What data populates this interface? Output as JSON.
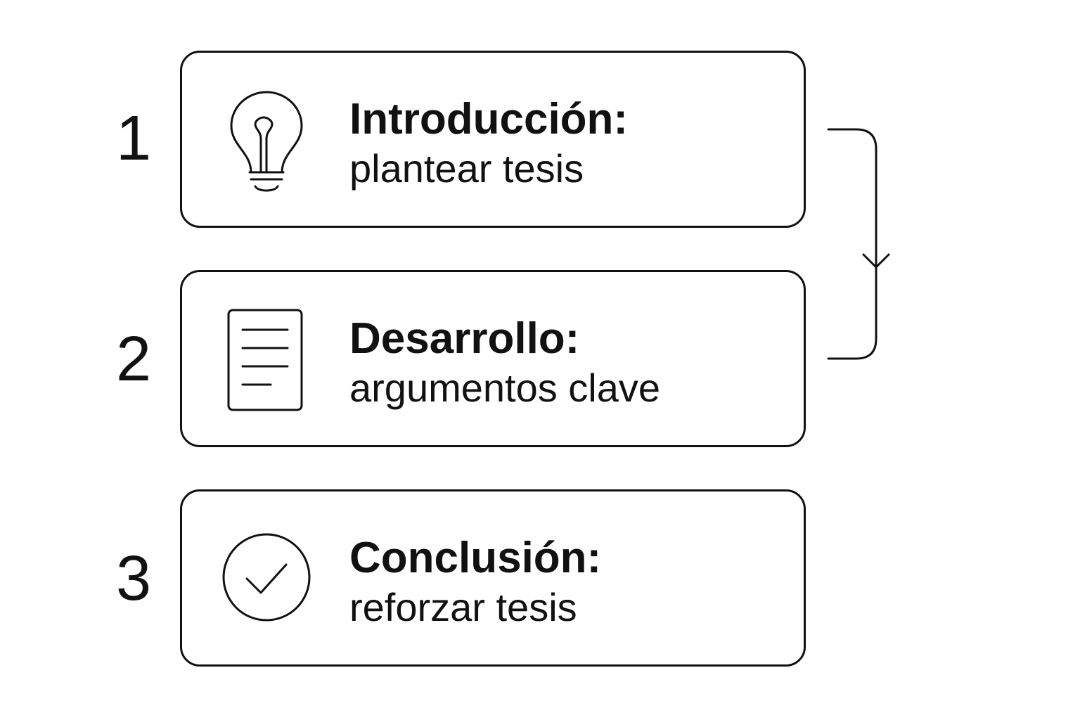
{
  "steps": [
    {
      "number": "1",
      "title": "Introducción:",
      "subtitle": "plantear tesis",
      "icon": "lightbulb-icon"
    },
    {
      "number": "2",
      "title": "Desarrollo:",
      "subtitle": "argumentos clave",
      "icon": "document-icon"
    },
    {
      "number": "3",
      "title": "Conclusión:",
      "subtitle": "reforzar tesis",
      "icon": "check-circle-icon"
    }
  ],
  "connector": {
    "from_step": "1",
    "to_step": "2",
    "icon": "arrow-down-icon"
  },
  "colors": {
    "stroke": "#111111",
    "background": "#ffffff"
  }
}
